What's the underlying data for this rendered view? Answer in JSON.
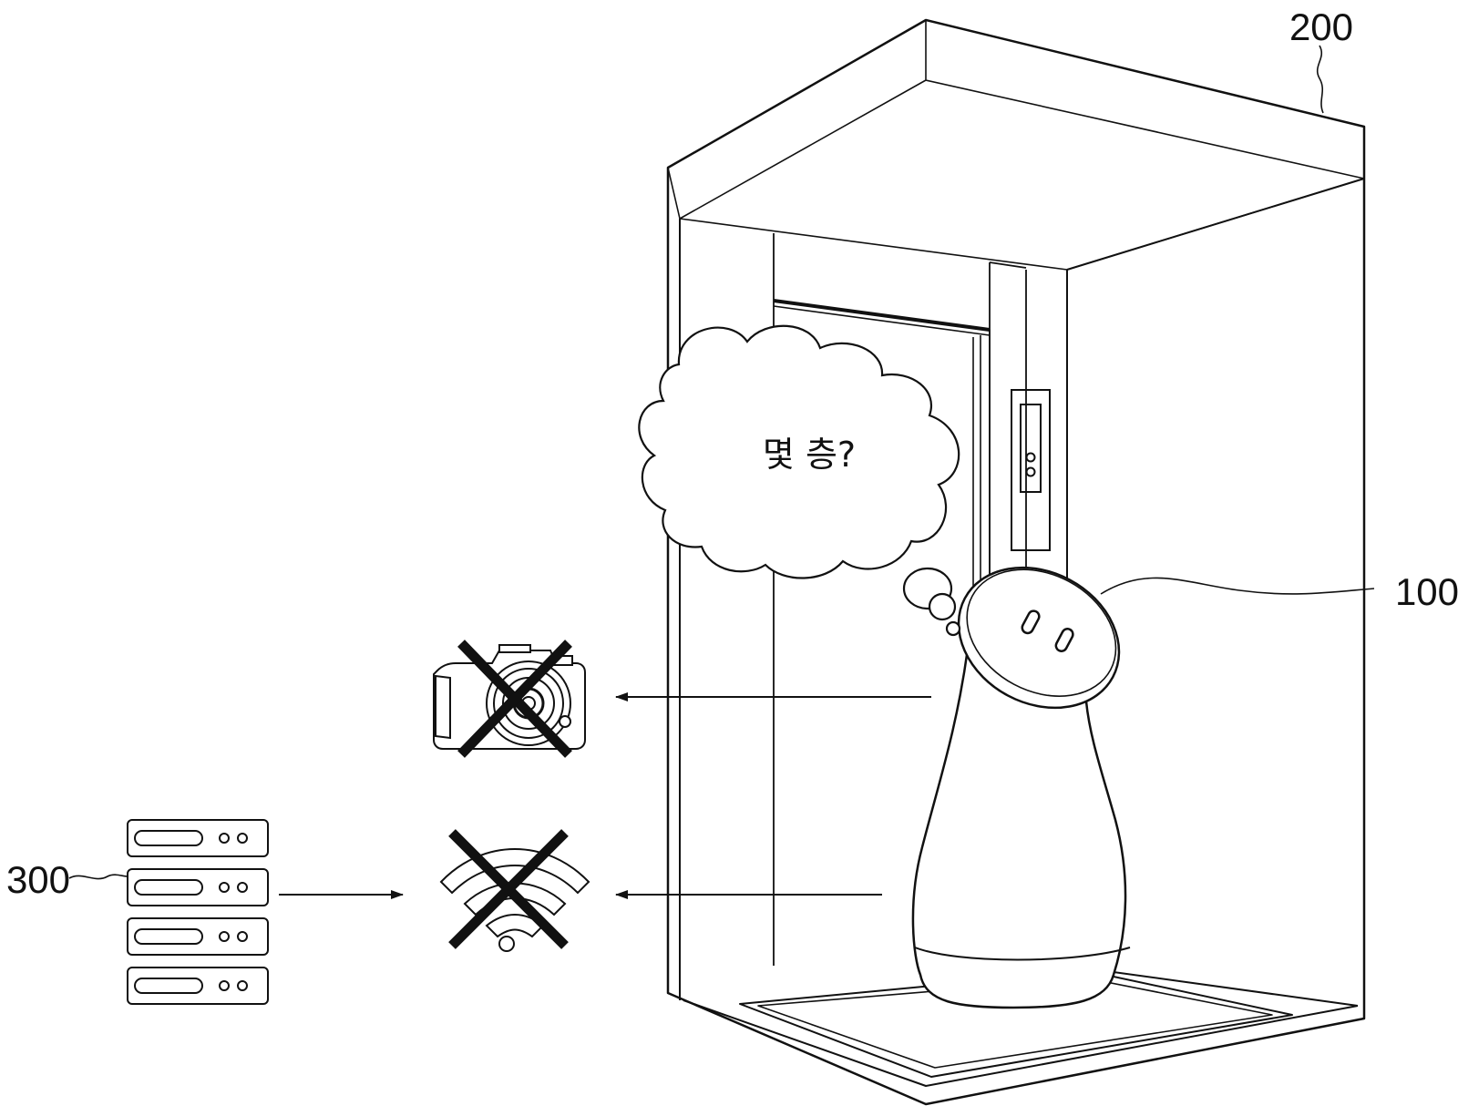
{
  "labels": {
    "elevator_ref": "200",
    "robot_ref": "100",
    "server_ref": "300"
  },
  "thought_text": "몇 층?",
  "icons": {
    "camera": "camera-icon",
    "wifi": "wifi-icon",
    "server": "server-rack-icon",
    "disabled_mark": "x-mark-icon"
  },
  "colors": {
    "line": "#111111",
    "background": "#ffffff"
  }
}
